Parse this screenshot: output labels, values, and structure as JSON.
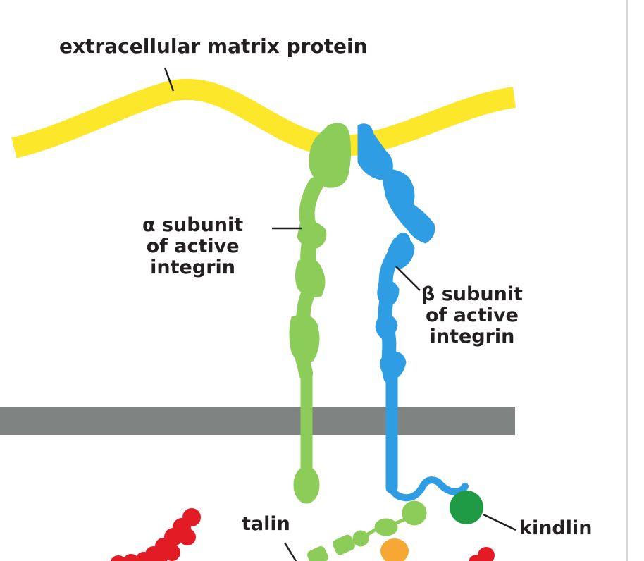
{
  "labels": {
    "ecm": "extracellular matrix protein",
    "alpha_line1": "α subunit",
    "alpha_line2": "of active",
    "alpha_line3": "integrin",
    "beta_line1": "β subunit",
    "beta_line2": "of active",
    "beta_line3": "integrin",
    "talin": "talin",
    "kindlin": "kindlin"
  },
  "colors": {
    "ecm_protein": "#fce72a",
    "alpha_subunit": "#8ccd5a",
    "beta_subunit": "#2f9de4",
    "membrane": "#7f8482",
    "kindlin": "#1f9a45",
    "talin": "#8ccd5a",
    "actin": "#e21b25",
    "accessory": "#f7a734",
    "text": "#231f20"
  }
}
